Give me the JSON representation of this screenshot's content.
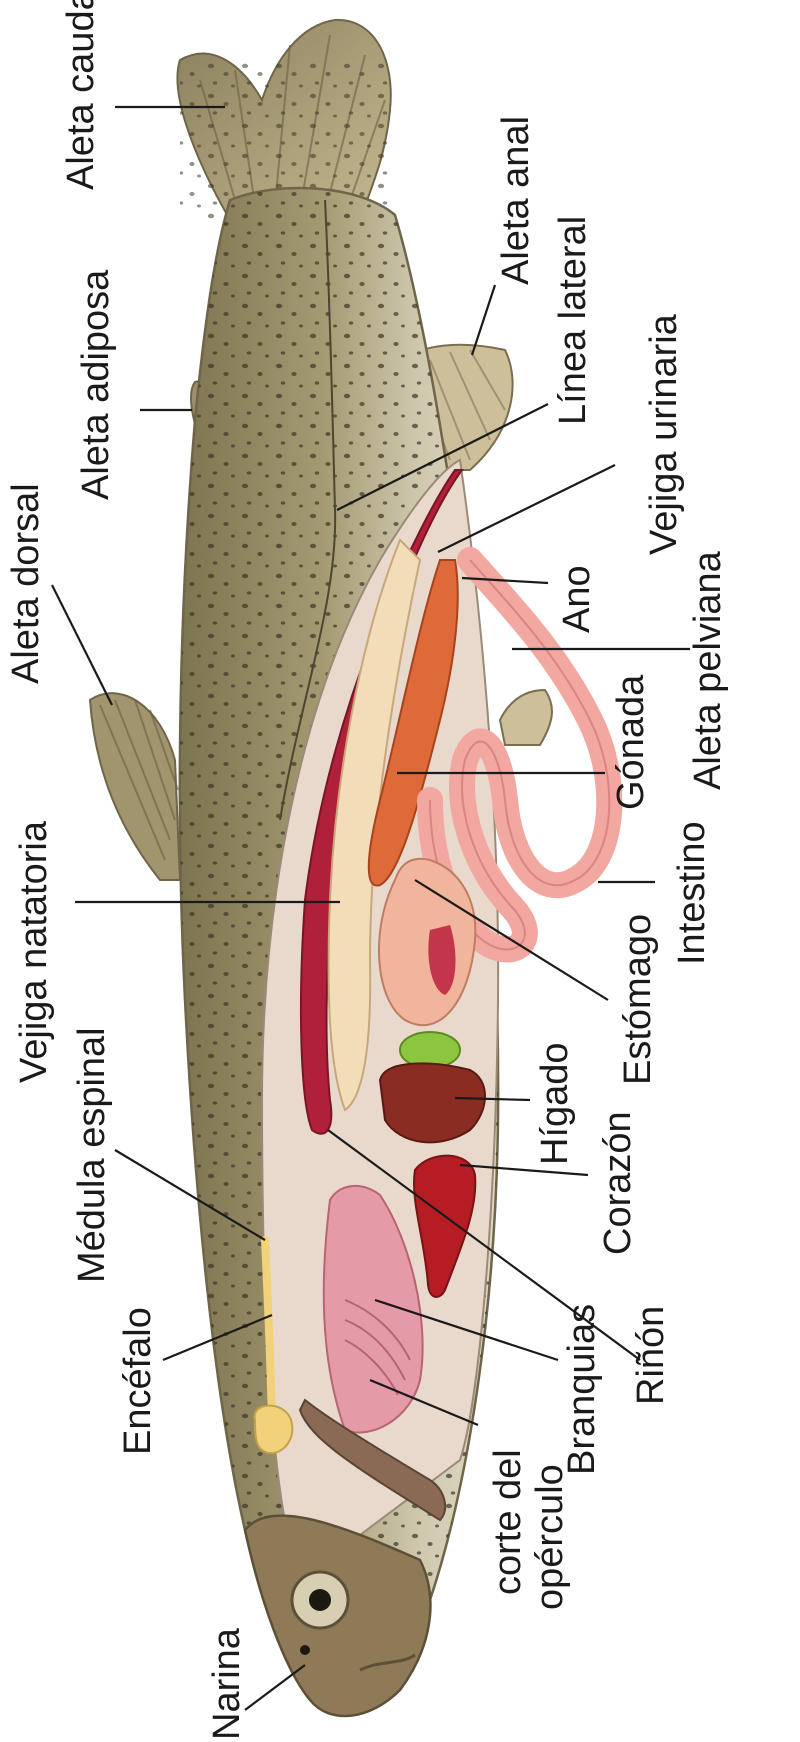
{
  "labels": {
    "aleta_caudal": "Aleta caudal",
    "aleta_anal": "Aleta anal",
    "aleta_adiposa": "Aleta adiposa",
    "linea_lateral": "Línea lateral",
    "vejiga_urinaria": "Vejiga urinaria",
    "aleta_dorsal": "Aleta dorsal",
    "ano": "Ano",
    "aleta_pelviana": "Aleta pelviana",
    "gonada": "Gónada",
    "vejiga_natatoria": "Vejiga natatoria",
    "intestino": "Intestino",
    "estomago": "Estómago",
    "medula_espinal": "Médula espinal",
    "higado": "Hígado",
    "corazon": "Corazón",
    "encefalo": "Encéfalo",
    "rinon": "Riñón",
    "branquias": "Branquias",
    "narina": "Narina",
    "corte_del": "corte del",
    "operculo": "opérculo"
  },
  "colors": {
    "skin": "#9b8f66",
    "belly": "#d9d3bd",
    "spots": "#3b3628",
    "cavity": "#e8d9cc",
    "kidney": "#b0203a",
    "swim_bladder": "#f3ddb8",
    "gonad": "#de6a3a",
    "intestine": "#f2a7a0",
    "stomach": "#f0b59b",
    "liver": "#8a2c22",
    "gallbladder": "#8cc63f",
    "heart": "#b51d22",
    "gills": "#e59aa8",
    "brain": "#f1d27a",
    "operculum": "#8a6a55",
    "head": "#8f7a57"
  }
}
